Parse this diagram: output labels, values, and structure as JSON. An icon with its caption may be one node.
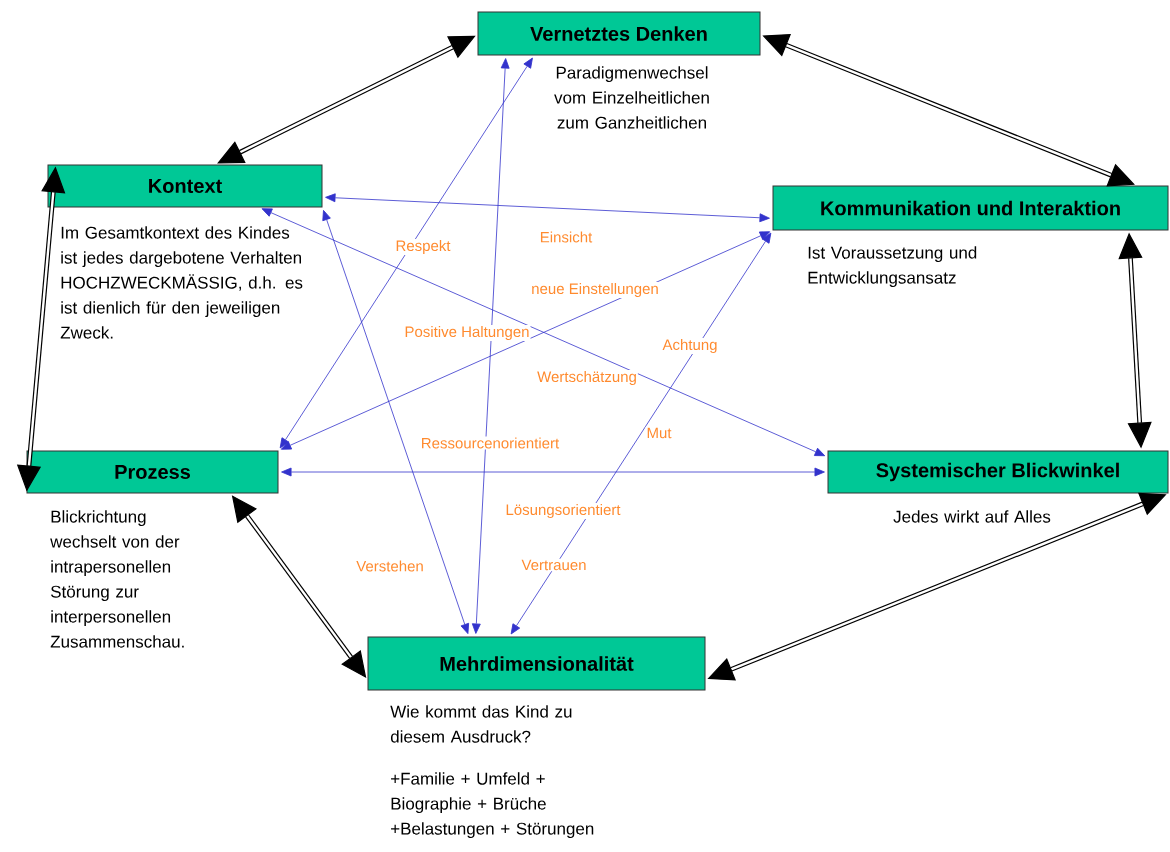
{
  "diagram": {
    "nodes": [
      {
        "text": [
          "Vernetztes Denken"
        ],
        "beside": [
          "Paradigmenwechsel vom Einzelheitlichen zum Ganzheitlichen"
        ]
      },
      {
        "text": [
          "Kontext"
        ],
        "beside": [
          "Im Gesamtkontext des Kindes ist jedes dargebotene Verhalten HOCHZWECKMÄSSIG, d.h. es ist dienlich für den jeweiligen Zweck."
        ]
      },
      {
        "text": [
          "Kommunikation und Interaktion"
        ],
        "beside": [
          "Ist Voraussetzung und Entwicklungsansatz"
        ]
      },
      {
        "text": [
          "Prozess"
        ],
        "beside": [
          "Blickrichtung wechselt von der intrapersonellen Störung zur interpersonellen Zusammenschau."
        ]
      },
      {
        "text": [
          "Systemischer Blickwinkel"
        ],
        "beside": [
          "Jedes wirkt auf Alles"
        ]
      },
      {
        "text": [
          "Mehrdimensionalität"
        ],
        "beside": [
          "Wie kommt das Kind zu diesem Ausdruck?",
          "+Familie + Umfeld + Biographie + Brüche +Belastungen + Störungen"
        ]
      }
    ],
    "edges": [
      {
        "from": 1,
        "to": 0,
        "arrow": "both",
        "style": "thick",
        "color": "#000000"
      },
      {
        "from": 0,
        "to": 2,
        "arrow": "both",
        "style": "thick",
        "color": "#000000"
      },
      {
        "from": 2,
        "to": 4,
        "arrow": "both",
        "style": "thick",
        "color": "#000000"
      },
      {
        "from": 4,
        "to": 5,
        "arrow": "both",
        "style": "thick",
        "color": "#000000"
      },
      {
        "from": 5,
        "to": 3,
        "arrow": "both",
        "style": "thick",
        "color": "#000000"
      },
      {
        "from": 3,
        "to": 1,
        "arrow": "both",
        "style": "thick",
        "color": "#000000"
      },
      {
        "from": 1,
        "to": 2,
        "arrow": "both"
      },
      {
        "from": 0,
        "to": 3,
        "arrow": "both"
      },
      {
        "from": 0,
        "to": 5,
        "arrow": "both"
      },
      {
        "from": 1,
        "to": 4,
        "arrow": "both"
      },
      {
        "from": 3,
        "to": 2,
        "arrow": "both"
      },
      {
        "from": 1,
        "to": 5,
        "arrow": "both"
      },
      {
        "from": 2,
        "to": 5,
        "arrow": "both"
      },
      {
        "from": 3,
        "to": 4,
        "arrow": "both"
      }
    ],
    "labels": [
      "Respekt",
      "Einsicht",
      "neue Einstellungen",
      "Positive Haltungen",
      "Achtung",
      "Wertschätzung",
      "Mut",
      "Ressourcenorientiert",
      "Lösungsorientiert",
      "Vertrauen",
      "Verstehen"
    ]
  }
}
